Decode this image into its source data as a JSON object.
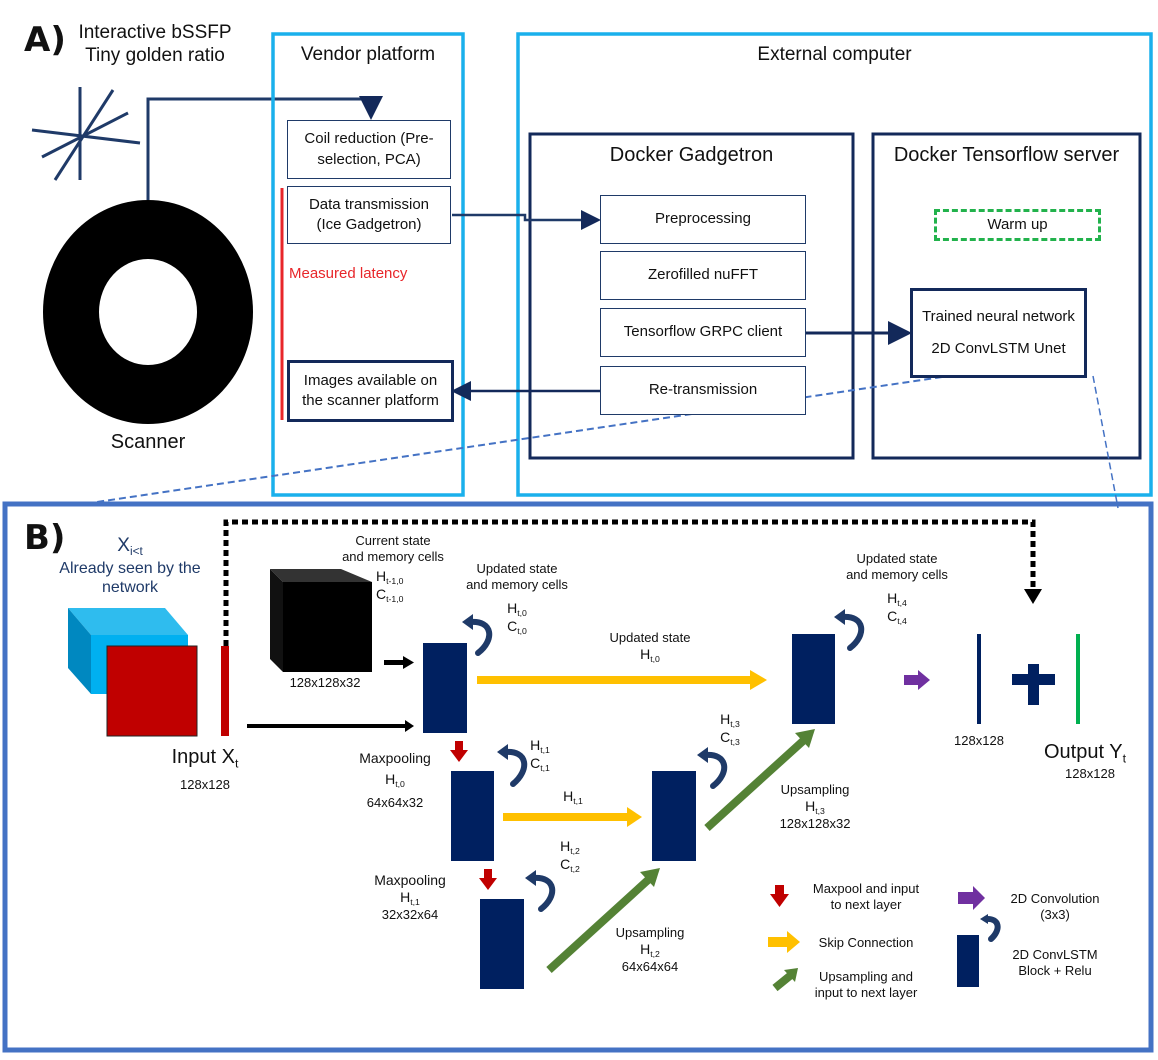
{
  "panel_a": {
    "label": "A)",
    "sequence_title_line1": "Interactive bSSFP",
    "sequence_title_line2": "Tiny golden ratio",
    "scanner_label": "Scanner",
    "vendor_platform": {
      "title": "Vendor platform",
      "coil_reduction": "Coil reduction (Pre-selection, PCA)",
      "data_transmission": "Data transmission (Ice Gadgetron)",
      "measured_latency": "Measured latency",
      "images_available": "Images available on the scanner platform"
    },
    "external_computer": {
      "title": "External computer",
      "docker_gadgetron": {
        "title": "Docker Gadgetron",
        "steps": [
          "Preprocessing",
          "Zerofilled nuFFT",
          "Tensorflow GRPC client",
          "Re-transmission"
        ]
      },
      "docker_tensorflow": {
        "title": "Docker Tensorflow server",
        "warm_up": "Warm up",
        "network_line1": "Trained neural network",
        "network_line2": "2D ConvLSTM Unet"
      }
    },
    "colors": {
      "platform_border": "#1ab0ec",
      "docker_border": "#13295a",
      "latency": "#e8262a",
      "warm_up_border": "#22b24c"
    }
  },
  "panel_b": {
    "label": "B)",
    "history": {
      "symbol": "X",
      "subscript": "i<t",
      "caption_line1": "Already seen by the",
      "caption_line2": "network"
    },
    "input": {
      "label": "Input X",
      "subscript": "t",
      "dims": "128x128"
    },
    "current_state": {
      "line1": "Current state",
      "line2": "and memory cells",
      "h": "H",
      "h_sub": "t-1,0",
      "c": "C",
      "c_sub": "t-1,0",
      "dims": "128x128x32"
    },
    "level0": {
      "line1": "Updated state",
      "line2": "and memory cells",
      "h_sub": "t,0",
      "c_sub": "t,0"
    },
    "skip0": {
      "line1": "Updated state",
      "h_sub": "t,0"
    },
    "level1": {
      "h_sub": "t,1",
      "c_sub": "t,1",
      "pool_label": "Maxpooling",
      "pool_h_sub": "t,0",
      "dims": "64x64x32"
    },
    "skip1": {
      "h_sub": "t,1"
    },
    "level2": {
      "h_sub": "t,2",
      "c_sub": "t,2",
      "pool_label": "Maxpooling",
      "pool_h_sub": "t,1",
      "dims": "32x32x64"
    },
    "up2": {
      "label": "Upsampling",
      "h_sub": "t,2",
      "dims": "64x64x64"
    },
    "level3": {
      "h_sub": "t,3",
      "c_sub": "t,3"
    },
    "up3": {
      "label": "Upsampling",
      "h_sub": "t,3",
      "dims": "128x128x32"
    },
    "level4": {
      "line1": "Updated state",
      "line2": "and memory cells",
      "h_sub": "t,4",
      "c_sub": "t,4"
    },
    "conv_out_dims": "128x128",
    "output": {
      "label": "Output Y",
      "subscript": "t",
      "dims": "128x128"
    },
    "legend": {
      "maxpool": "Maxpool and input to next layer",
      "skip": "Skip Connection",
      "upsampling": "Upsampling and input to next layer",
      "conv2d_line1": "2D Convolution",
      "conv2d_line2": "(3x3)",
      "convlstm_line1": "2D ConvLSTM",
      "convlstm_line2": "Block + Relu"
    },
    "colors": {
      "frame": "#4472c4",
      "block": "#002060",
      "maxpool_arrow": "#c00000",
      "skip_arrow": "#ffc000",
      "upsample_arrow": "#548235",
      "conv_arrow": "#7030a0",
      "input_slice": "#c00000",
      "output_slice": "#00b050",
      "history_cube": "#00b0f0"
    }
  }
}
